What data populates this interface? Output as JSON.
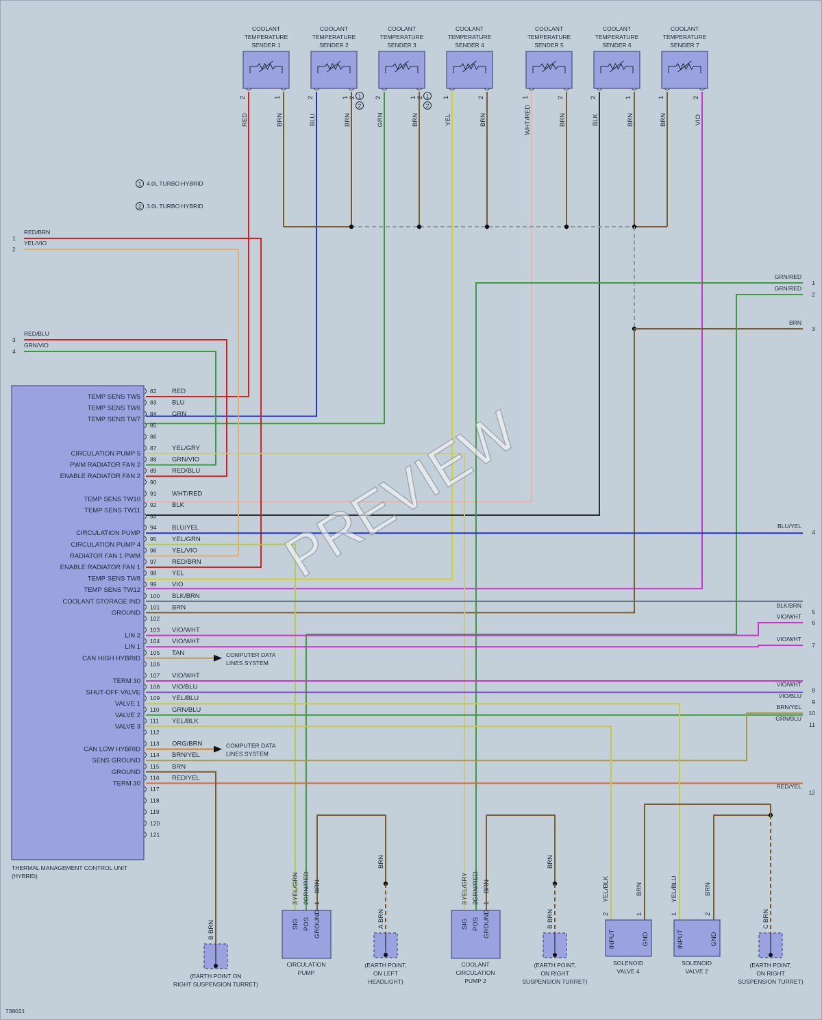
{
  "diagram_id": "738021",
  "watermark": "PREVIEW",
  "colors": {
    "RED": "#d81f1f",
    "BRN": "#7a5b2c",
    "BLU": "#1f2fd8",
    "GRN": "#3f9a3f",
    "YEL": "#d4d416",
    "WHT": "#f2f2f2",
    "BLK": "#2a2f34",
    "VIO": "#d22ed2",
    "GRY": "#8c8c8c",
    "TAN": "#c49a5a",
    "ORG": "#e07a1a",
    "component_fill": "#9aa2e0",
    "component_stroke": "#4a5080"
  },
  "notes": [
    {
      "num": "1",
      "text": "4.0L TURBO HYBRID"
    },
    {
      "num": "2",
      "text": "3.0L TURBO HYBRID"
    }
  ],
  "senders": [
    {
      "name_lines": [
        "COOLANT",
        "TEMPERATURE",
        "SENDER 1"
      ],
      "pins": [
        {
          "num": "2",
          "wire": "RED"
        },
        {
          "num": "1",
          "wire": "BRN"
        }
      ],
      "notes": []
    },
    {
      "name_lines": [
        "COOLANT",
        "TEMPERATURE",
        "SENDER 2"
      ],
      "pins": [
        {
          "num": "2",
          "wire": "BLU"
        },
        {
          "num": "1",
          "wire": "BRN",
          "alt": "2"
        }
      ],
      "notes": [
        "1",
        "2"
      ]
    },
    {
      "name_lines": [
        "COOLANT",
        "TEMPERATURE",
        "SENDER 3"
      ],
      "pins": [
        {
          "num": "2",
          "wire": "GRN"
        },
        {
          "num": "1",
          "wire": "BRN",
          "alt": "2"
        }
      ],
      "notes": [
        "1",
        "2"
      ]
    },
    {
      "name_lines": [
        "COOLANT",
        "TEMPERATURE",
        "SENDER 4"
      ],
      "pins": [
        {
          "num": "1",
          "wire": "YEL"
        },
        {
          "num": "2",
          "wire": "BRN"
        }
      ],
      "notes": []
    },
    {
      "name_lines": [
        "COOLANT",
        "TEMPERATURE",
        "SENDER 5"
      ],
      "pins": [
        {
          "num": "1",
          "wire": "WHT/RED"
        },
        {
          "num": "2",
          "wire": "BRN"
        }
      ],
      "notes": []
    },
    {
      "name_lines": [
        "COOLANT",
        "TEMPERATURE",
        "SENDER 6"
      ],
      "pins": [
        {
          "num": "2",
          "wire": "BLK"
        },
        {
          "num": "1",
          "wire": "BRN"
        }
      ],
      "notes": []
    },
    {
      "name_lines": [
        "COOLANT",
        "TEMPERATURE",
        "SENDER 7"
      ],
      "pins": [
        {
          "num": "1",
          "wire": "BRN"
        },
        {
          "num": "2",
          "wire": "VIO"
        }
      ],
      "notes": []
    }
  ],
  "control_unit": {
    "name_lines": [
      "THERMAL MANAGEMENT CONTROL UNIT",
      "(HYBRID)"
    ],
    "pins": [
      {
        "num": "82",
        "func": "TEMP SENS TW5",
        "wire": "RED"
      },
      {
        "num": "83",
        "func": "TEMP SENS TW6",
        "wire": "BLU"
      },
      {
        "num": "84",
        "func": "TEMP SENS TW7",
        "wire": "GRN"
      },
      {
        "num": "85",
        "func": "",
        "wire": ""
      },
      {
        "num": "86",
        "func": "",
        "wire": ""
      },
      {
        "num": "87",
        "func": "CIRCULATION PUMP 5",
        "wire": "YEL/GRY"
      },
      {
        "num": "88",
        "func": "PWM RADIATOR FAN 2",
        "wire": "GRN/VIO"
      },
      {
        "num": "89",
        "func": "ENABLE RADIATOR FAN 2",
        "wire": "RED/BLU"
      },
      {
        "num": "90",
        "func": "",
        "wire": ""
      },
      {
        "num": "91",
        "func": "TEMP SENS TW10",
        "wire": "WHT/RED"
      },
      {
        "num": "92",
        "func": "TEMP SENS TW11",
        "wire": "BLK"
      },
      {
        "num": "93",
        "func": "",
        "wire": ""
      },
      {
        "num": "94",
        "func": "CIRCULATION PUMP",
        "wire": "BLU/YEL"
      },
      {
        "num": "95",
        "func": "CIRCULATION PUMP 4",
        "wire": "YEL/GRN"
      },
      {
        "num": "96",
        "func": "RADIATOR FAN 1 PWM",
        "wire": "YEL/VIO"
      },
      {
        "num": "97",
        "func": "ENABLE RADIATOR FAN 1",
        "wire": "RED/BRN"
      },
      {
        "num": "98",
        "func": "TEMP SENS TW8",
        "wire": "YEL"
      },
      {
        "num": "99",
        "func": "TEMP SENS TW12",
        "wire": "VIO"
      },
      {
        "num": "100",
        "func": "COOLANT STORAGE IND",
        "wire": "BLK/BRN"
      },
      {
        "num": "101",
        "func": "GROUND",
        "wire": "BRN"
      },
      {
        "num": "102",
        "func": "",
        "wire": ""
      },
      {
        "num": "103",
        "func": "LIN 2",
        "wire": "VIO/WHT"
      },
      {
        "num": "104",
        "func": "LIN 1",
        "wire": "VIO/WHT"
      },
      {
        "num": "105",
        "func": "CAN HIGH HYBRID",
        "wire": "TAN"
      },
      {
        "num": "106",
        "func": "",
        "wire": ""
      },
      {
        "num": "107",
        "func": "TERM 30",
        "wire": "VIO/WHT"
      },
      {
        "num": "108",
        "func": "SHUT-OFF VALVE",
        "wire": "VIO/BLU"
      },
      {
        "num": "109",
        "func": "VALVE 1",
        "wire": "YEL/BLU"
      },
      {
        "num": "110",
        "func": "VALVE 2",
        "wire": "GRN/BLU"
      },
      {
        "num": "111",
        "func": "VALVE 3",
        "wire": "YEL/BLK"
      },
      {
        "num": "112",
        "func": "",
        "wire": ""
      },
      {
        "num": "113",
        "func": "CAN LOW HYBRID",
        "wire": "ORG/BRN"
      },
      {
        "num": "114",
        "func": "SENS GROUND",
        "wire": "BRN/YEL"
      },
      {
        "num": "115",
        "func": "GROUND",
        "wire": "BRN"
      },
      {
        "num": "116",
        "func": "TERM 30",
        "wire": "RED/YEL"
      },
      {
        "num": "117",
        "func": "",
        "wire": ""
      },
      {
        "num": "118",
        "func": "",
        "wire": ""
      },
      {
        "num": "119",
        "func": "",
        "wire": ""
      },
      {
        "num": "120",
        "func": "",
        "wire": ""
      },
      {
        "num": "121",
        "func": "",
        "wire": ""
      }
    ]
  },
  "computer_data_ref": [
    "COMPUTER DATA",
    "LINES SYSTEM"
  ],
  "left_connectors": [
    {
      "num": "1",
      "wire": "RED/BRN"
    },
    {
      "num": "2",
      "wire": "YEL/VIO"
    },
    {
      "num": "3",
      "wire": "RED/BLU"
    },
    {
      "num": "4",
      "wire": "GRN/VIO"
    }
  ],
  "right_connectors": [
    {
      "num": "1",
      "wire": "GRN/RED"
    },
    {
      "num": "2",
      "wire": "GRN/RED"
    },
    {
      "num": "3",
      "wire": "BRN"
    },
    {
      "num": "4",
      "wire": "BLU/YEL"
    },
    {
      "num": "5",
      "wire": "BLK/BRN"
    },
    {
      "num": "6",
      "wire": "VIO/WHT"
    },
    {
      "num": "7",
      "wire": "VIO/WHT"
    },
    {
      "num": "8",
      "wire": "VIO/WHT"
    },
    {
      "num": "9",
      "wire": "VIO/BLU"
    },
    {
      "num": "10",
      "wire": "BRN/YEL"
    },
    {
      "num": "11",
      "wire": "GRN/BLU"
    },
    {
      "num": "12",
      "wire": "RED/YEL"
    }
  ],
  "pumps": [
    {
      "name_lines": [
        "CIRCULATION",
        "PUMP"
      ],
      "pins": [
        {
          "num": "3",
          "func": "SIG",
          "wire": "YEL/GRN"
        },
        {
          "num": "2",
          "func": "POS",
          "wire": "GRN/RED"
        },
        {
          "num": "1",
          "func": "GROUND",
          "wire": "BRN"
        }
      ]
    },
    {
      "name_lines": [
        "COOLANT",
        "CIRCULATION",
        "PUMP 2"
      ],
      "pins": [
        {
          "num": "3",
          "func": "SIG",
          "wire": "YEL/GRY"
        },
        {
          "num": "2",
          "func": "POS",
          "wire": "GRN/RED"
        },
        {
          "num": "1",
          "func": "GROUND",
          "wire": "BRN"
        }
      ]
    }
  ],
  "valves": [
    {
      "name_lines": [
        "SOLENOID",
        "VALVE 4"
      ],
      "pins": [
        {
          "num": "2",
          "func": "INPUT",
          "wire": "YEL/BLK"
        },
        {
          "num": "1",
          "func": "GND",
          "wire": "BRN"
        }
      ]
    },
    {
      "name_lines": [
        "SOLENOID",
        "VALVE 2"
      ],
      "pins": [
        {
          "num": "1",
          "func": "INPUT",
          "wire": "YEL/BLU"
        },
        {
          "num": "2",
          "func": "GND",
          "wire": "BRN"
        }
      ]
    }
  ],
  "grounds": [
    {
      "letter": "B",
      "wire": "BRN",
      "name_lines": [
        "(EARTH POINT ON",
        "RIGHT SUSPENSION TURRET)"
      ]
    },
    {
      "letter": "A",
      "wire": "BRN",
      "wire_above": "BRN",
      "name_lines": [
        "(EARTH POINT,",
        "ON LEFT",
        "HEADLIGHT)"
      ]
    },
    {
      "letter": "B",
      "wire": "BRN",
      "wire_above": "BRN",
      "name_lines": [
        "(EARTH POINT,",
        "ON RIGHT",
        "SUSPENSION TURRET)"
      ]
    },
    {
      "letter": "C",
      "wire": "BRN",
      "name_lines": [
        "(EARTH POINT,",
        "ON RIGHT",
        "SUSPENSION TURRET)"
      ]
    }
  ]
}
